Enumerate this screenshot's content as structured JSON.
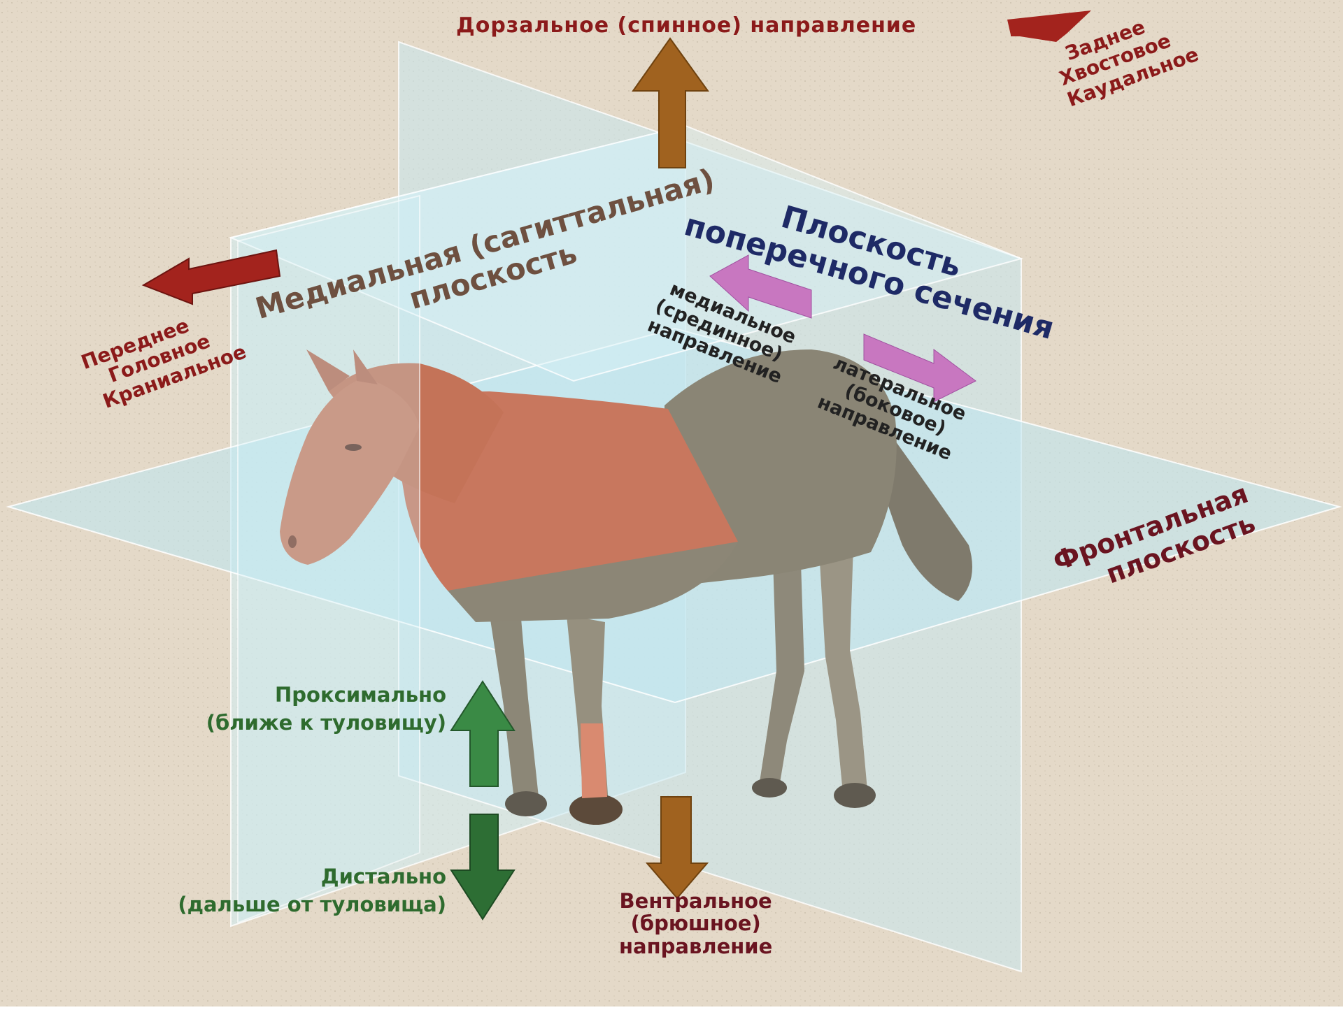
{
  "colors": {
    "background": "#e4d9c8",
    "plane": "#bfe6f0",
    "horse_front": "#c8775e",
    "horse_back": "#858070",
    "arrow_red": "#a3231d",
    "arrow_brown": "#a0621f",
    "arrow_pink": "#c877c0",
    "arrow_green": "#3a8a45"
  },
  "labels": {
    "dorsal": "Дорзальное (спинное) направление",
    "posterior": [
      "Заднее",
      "Хвостовое",
      "Каудальное"
    ],
    "anterior": [
      "Переднее",
      "Головное",
      "Краниальное"
    ],
    "medial_plane": [
      "Медиальная (сагиттальная)",
      "плоскость"
    ],
    "transverse_plane": [
      "Плоскость",
      "поперечного сечения"
    ],
    "medial_direction": [
      "медиальное",
      "(срединное)",
      "направление"
    ],
    "lateral_direction": [
      "латеральное",
      "(боковое)",
      "направление"
    ],
    "frontal_plane": [
      "Фронтальная",
      "плоскость"
    ],
    "proximal": [
      "Проксимально",
      "(ближе к туловищу)"
    ],
    "distal": [
      "Дистально",
      "(дальше от туловища)"
    ],
    "ventral": [
      "Вентральное",
      "(брюшное)",
      "направление"
    ]
  }
}
